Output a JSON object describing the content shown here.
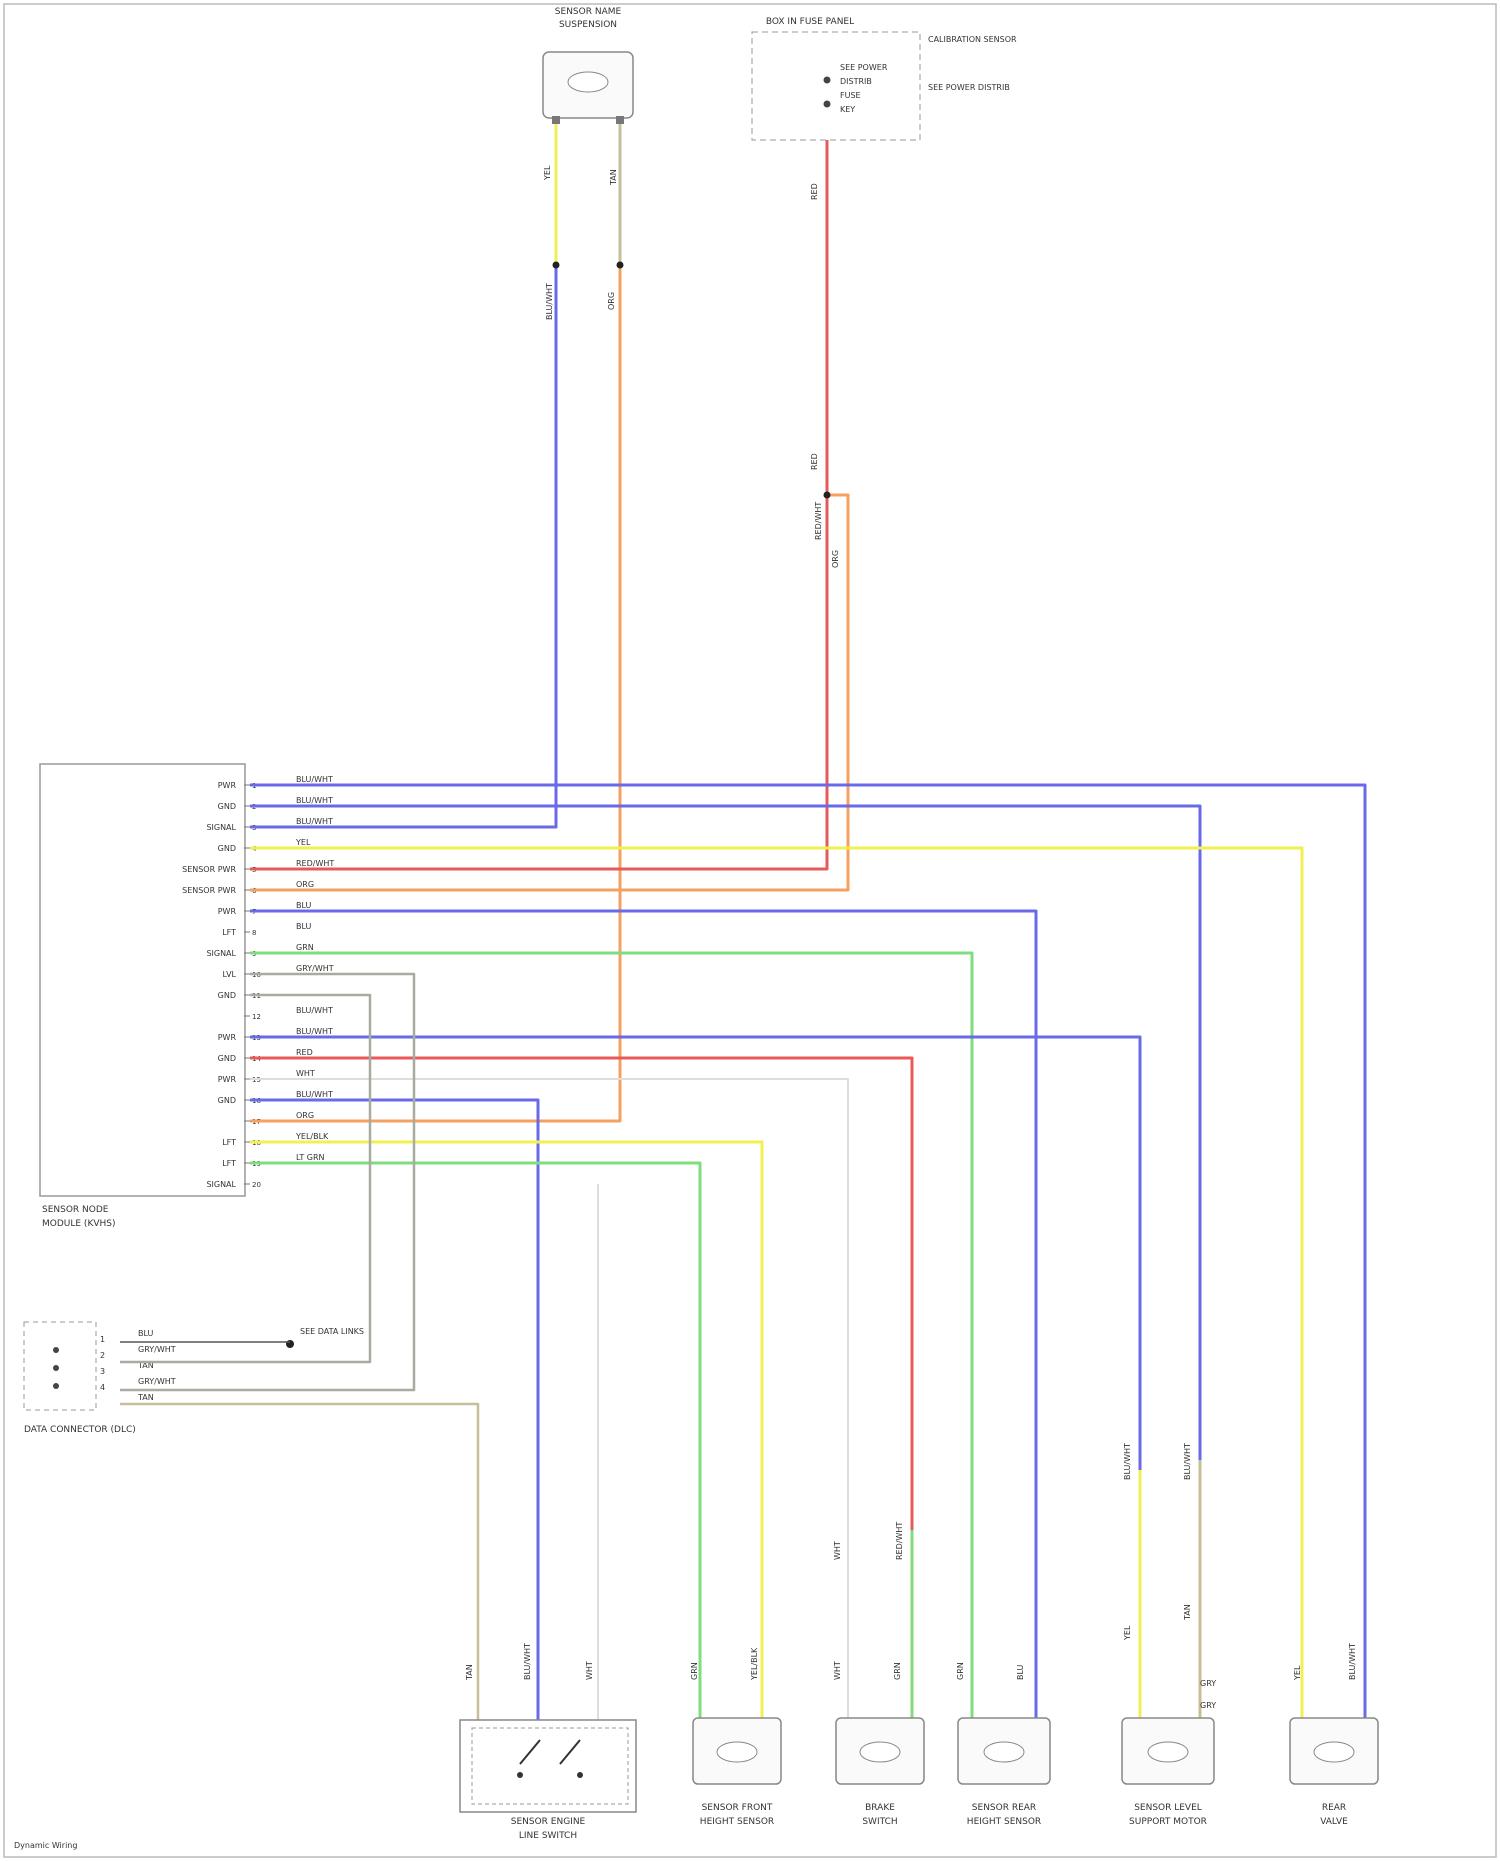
{
  "colors": {
    "blue": "#6a6ae8",
    "yellow": "#f0f050",
    "red": "#e85a5a",
    "orange": "#f4a060",
    "green": "#7fdc7f",
    "white": "#dddddd",
    "gray": "#a8aca0",
    "tan": "#c8be98",
    "line": "#999999"
  },
  "components": {
    "top_sensor": {
      "title": "SENSOR NAME",
      "subtitle": "SUSPENSION"
    },
    "top_fuse": {
      "title": "BOX IN FUSE PANEL",
      "fuses": [
        "SEE POWER",
        "DISTRIB",
        "FUSE",
        "KEY"
      ],
      "side_1": "CALIBRATION SENSOR",
      "side_2": "SEE POWER DISTRIB"
    },
    "module": {
      "label_1": "SENSOR NODE",
      "label_2": "MODULE (KVHS)"
    },
    "data_link": {
      "label": "DATA CONNECTOR (DLC)",
      "pins": [
        "1",
        "2",
        "3",
        "4"
      ],
      "ref": "SEE DATA LINKS"
    },
    "bottom": [
      {
        "label_1": "SENSOR ENGINE",
        "label_2": "LINE SWITCH"
      },
      {
        "label_1": "SENSOR FRONT",
        "label_2": "HEIGHT SENSOR"
      },
      {
        "label_1": "BRAKE",
        "label_2": "SWITCH"
      },
      {
        "label_1": "SENSOR REAR",
        "label_2": "HEIGHT SENSOR"
      },
      {
        "label_1": "SENSOR LEVEL",
        "label_2": "SUPPORT MOTOR"
      },
      {
        "label_1": "REAR",
        "label_2": "VALVE"
      }
    ]
  },
  "module_pins": [
    {
      "num": "1",
      "name": "PWR",
      "wire": "BLU/WHT"
    },
    {
      "num": "2",
      "name": "GND",
      "wire": "BLU/WHT"
    },
    {
      "num": "3",
      "name": "SIGNAL",
      "wire": "BLU/WHT"
    },
    {
      "num": "4",
      "name": "GND",
      "wire": "YEL"
    },
    {
      "num": "5",
      "name": "SENSOR PWR",
      "wire": "RED/WHT"
    },
    {
      "num": "6",
      "name": "SENSOR PWR",
      "wire": "ORG"
    },
    {
      "num": "7",
      "name": "PWR",
      "wire": "BLU"
    },
    {
      "num": "8",
      "name": "LFT",
      "wire": "BLU"
    },
    {
      "num": "9",
      "name": "SIGNAL",
      "wire": "GRN"
    },
    {
      "num": "10",
      "name": "LVL",
      "wire": "GRY/WHT"
    },
    {
      "num": "11",
      "name": "GND",
      "wire": ""
    },
    {
      "num": "12",
      "name": "",
      "wire": "BLU/WHT"
    },
    {
      "num": "13",
      "name": "PWR",
      "wire": "BLU/WHT"
    },
    {
      "num": "14",
      "name": "GND",
      "wire": "RED"
    },
    {
      "num": "15",
      "name": "PWR",
      "wire": "WHT"
    },
    {
      "num": "16",
      "name": "GND",
      "wire": "BLU/WHT"
    },
    {
      "num": "17",
      "name": "",
      "wire": "ORG"
    },
    {
      "num": "18",
      "name": "LFT",
      "wire": "YEL/BLK"
    },
    {
      "num": "19",
      "name": "LFT",
      "wire": "LT GRN"
    },
    {
      "num": "20",
      "name": "SIGNAL",
      "wire": ""
    }
  ],
  "dlc_wires": [
    "BLU",
    "GRY/WHT",
    "TAN",
    "GRY/WHT",
    "TAN"
  ],
  "wire_labels": {
    "yel": "YEL",
    "tan": "TAN",
    "blu_wht": "BLU/WHT",
    "org": "ORG",
    "red": "RED",
    "red_wht": "RED/WHT",
    "wht": "WHT",
    "blu": "BLU",
    "grn": "GRN",
    "gry": "GRY",
    "lt_grn": "LT GRN",
    "yel_blk": "YEL/BLK"
  },
  "footer": "Dynamic Wiring"
}
